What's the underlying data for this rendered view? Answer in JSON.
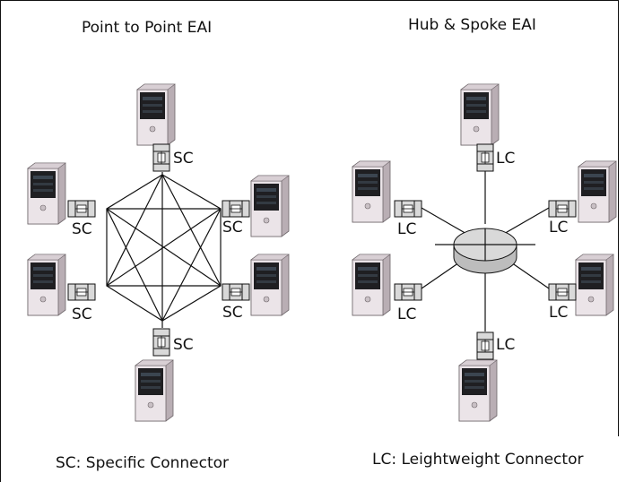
{
  "left_panel": {
    "title": "Point to Point EAI",
    "caption": "SC: Specific Connector",
    "connector_label": "SC"
  },
  "right_panel": {
    "title": "Hub & Spoke EAI",
    "caption": "LC: Leightweight Connector",
    "connector_label": "LC"
  },
  "icons": {
    "computer": "desktop-tower-icon",
    "connector": "connector-plug-icon",
    "hub": "hub-disc-icon"
  },
  "colors": {
    "line": "#111111",
    "tower_body": "#e8e0e4",
    "tower_shadow": "#b9aeb4",
    "tower_front": "#2a2a2a",
    "hub_fill": "#d9d9d9",
    "connector_fill": "#d8d8d8"
  }
}
